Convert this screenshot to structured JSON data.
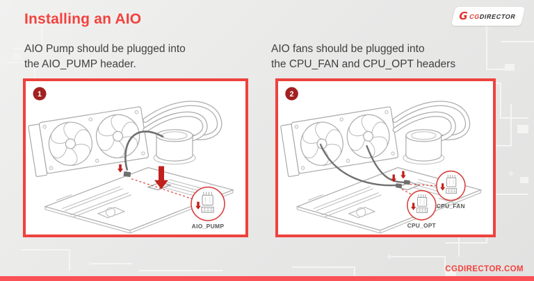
{
  "header": {
    "title": "Installing an AIO",
    "logo_mark": "G",
    "logo_prefix": "CG",
    "logo_suffix": "DIRECTOR"
  },
  "panels": [
    {
      "number": "1",
      "description_lines": [
        "AIO Pump should be plugged into",
        "the AIO_PUMP header."
      ],
      "callouts": {
        "pump": "AIO_PUMP"
      }
    },
    {
      "number": "2",
      "description_lines": [
        "AIO fans should be plugged into",
        "the CPU_FAN and CPU_OPT headers"
      ],
      "callouts": {
        "fan": "CPU_FAN",
        "opt": "CPU_OPT"
      }
    }
  ],
  "footer": {
    "website": "CGDIRECTOR.COM"
  },
  "colors": {
    "title_red": "#f2423d",
    "panel_border": "#ee423e",
    "badge_red": "#a32020",
    "arrow_red": "#c1201d",
    "callout_red": "#d8403c",
    "footer_bar": "#fa5157",
    "body_text": "#3f3f3f"
  }
}
